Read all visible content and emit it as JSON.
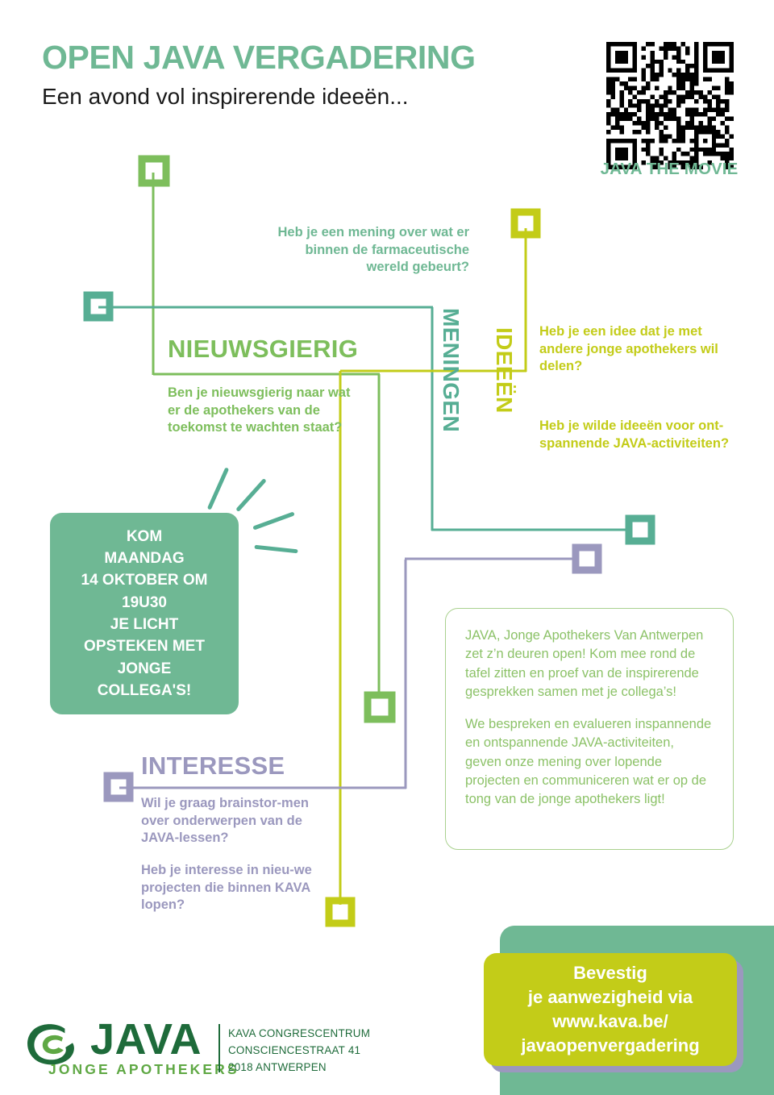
{
  "header": {
    "title": "OPEN JAVA VERGADERING",
    "subtitle": "Een avond vol inspirerende ideeën..."
  },
  "qr": {
    "caption": "JAVA THE MOVIE",
    "icon": "qr-code-icon"
  },
  "sections": {
    "meningen": {
      "label": "MENINGEN",
      "color": "#57AE94",
      "question": "Heb je een mening over wat er binnen de farmaceutische wereld gebeurt?"
    },
    "nieuwsgierig": {
      "label": "NIEUWSGIERIG",
      "color": "#7DBE5C",
      "question": "Ben je nieuwsgierig naar wat er de apothekers van de toekomst te wachten staat?"
    },
    "ideeen": {
      "label": "IDEEËN",
      "color": "#C3CC18",
      "question1": "Heb je een idee dat je met andere jonge apothekers wil delen?",
      "question2": "Heb je wilde ideeën voor ont-spannende JAVA-activiteiten?"
    },
    "interesse": {
      "label": "INTERESSE",
      "color": "#9B98BE",
      "question1": "Wil je graag brainstor-men over onderwerpen van de JAVA-lessen?",
      "question2": "Heb je interesse in nieu-we projecten die binnen KAVA lopen?"
    }
  },
  "event_box": {
    "lines": [
      "KOM",
      "MAANDAG",
      "14 OKTOBER OM",
      "19U30",
      "JE LICHT",
      "OPSTEKEN MET",
      "JONGE",
      "COLLEGA'S!"
    ],
    "background": "#6FB894"
  },
  "info_box": {
    "paragraph1": "JAVA, Jonge Apothekers Van Antwerpen zet z’n deuren open! Kom mee rond de tafel zitten en proef van de inspirerende gesprekken samen met je collega’s!",
    "paragraph2": "We bespreken en evalueren inspannende en ontspannende JAVA-activiteiten, geven onze mening over lopende projecten en communiceren wat er op de tong van de jonge apothekers ligt!",
    "border_color": "#A9D18E",
    "text_color": "#8CC268"
  },
  "cta": {
    "lines": [
      "Bevestig",
      "je aanwezigheid via",
      "www.kava.be/",
      "javaopenvergadering"
    ],
    "background": "#C3CC18",
    "shadow": "#9B98BE"
  },
  "logo": {
    "wordmark": "JAVA",
    "tagline": "JONGE APOTHEKERS",
    "mark_icon": "java-swoosh-icon",
    "venue_line1": "KAVA CONGRESCENTRUM",
    "venue_line2": "CONSCIENCESTRAAT 41",
    "venue_line3": "2018 ANTWERPEN"
  },
  "palette": {
    "teal": "#6FB894",
    "teal_dark": "#57AE94",
    "green": "#7DBE5C",
    "yellow": "#C3CC18",
    "purple": "#9B98BE",
    "logo_dark_green": "#1E6B3A",
    "logo_light_green": "#5FA844"
  }
}
